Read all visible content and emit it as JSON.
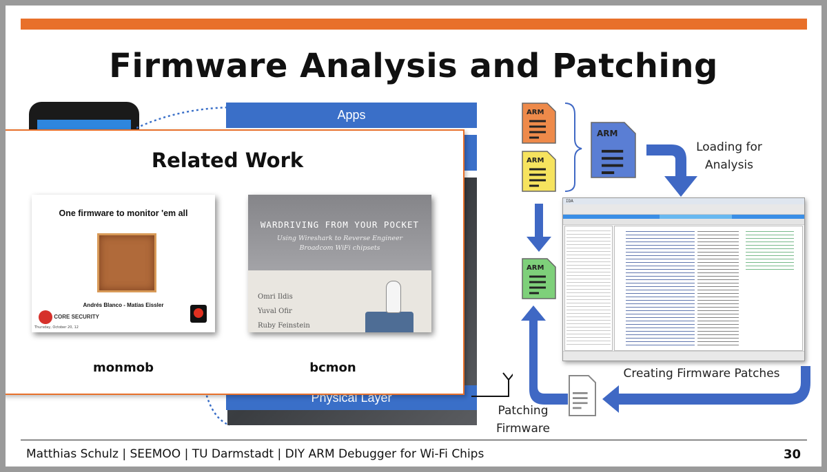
{
  "title": "Firmware Analysis and Patching",
  "layers": {
    "apps": "Apps",
    "physical": "Physical Layer"
  },
  "related": {
    "title": "Related Work",
    "card1": {
      "title": "One firmware to monitor 'em all",
      "authors": "Andrés Blanco - Matías Eissler",
      "logo": "CORE SECURITY",
      "date": "Thursday, October 20, 12",
      "caption": "monmob"
    },
    "card2": {
      "title": "WARDRIVING FROM YOUR POCKET",
      "subtitle_line1": "Using Wireshark to Reverse Engineer",
      "subtitle_line2": "Broadcom WiFi chipsets",
      "names": [
        "Omri Ildis",
        "Yuval Ofir",
        "Ruby Feinstein"
      ],
      "caption": "bcmon"
    }
  },
  "diagram": {
    "arm_label": "ARM",
    "loading_line1": "Loading for",
    "loading_line2": "Analysis",
    "creating": "Creating Firmware Patches",
    "patching_line1": "Patching",
    "patching_line2": "Firmware"
  },
  "ida": {
    "window_title": "IDA"
  },
  "footer": {
    "text": "Matthias Schulz | SEEMOO | TU Darmstadt | DIY ARM Debugger for Wi-Fi Chips",
    "page": "30"
  },
  "colors": {
    "accent": "#e8702a",
    "layer_blue": "#3a6fc8",
    "arrow_blue": "#3f68c4"
  }
}
